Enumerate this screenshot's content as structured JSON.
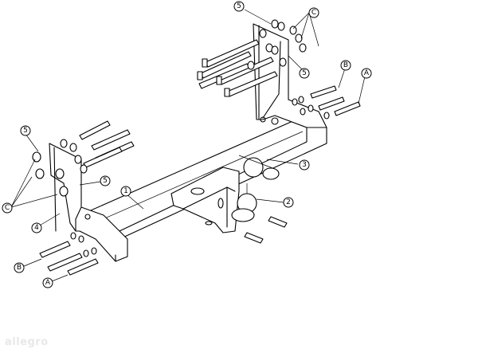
{
  "callouts": [
    {
      "id": "c5-top",
      "label": "5"
    },
    {
      "id": "cC-top",
      "label": "C"
    },
    {
      "id": "c5-top2",
      "label": "5"
    },
    {
      "id": "cB-right",
      "label": "B"
    },
    {
      "id": "cA-right",
      "label": "A"
    },
    {
      "id": "c5-left",
      "label": "5"
    },
    {
      "id": "c3",
      "label": "3"
    },
    {
      "id": "c1",
      "label": "1"
    },
    {
      "id": "c5-left2",
      "label": "5"
    },
    {
      "id": "c2",
      "label": "2"
    },
    {
      "id": "cC-left",
      "label": "C"
    },
    {
      "id": "c4",
      "label": "4"
    },
    {
      "id": "cB-left",
      "label": "B"
    },
    {
      "id": "cA-left",
      "label": "A"
    }
  ],
  "watermark": "allegro"
}
